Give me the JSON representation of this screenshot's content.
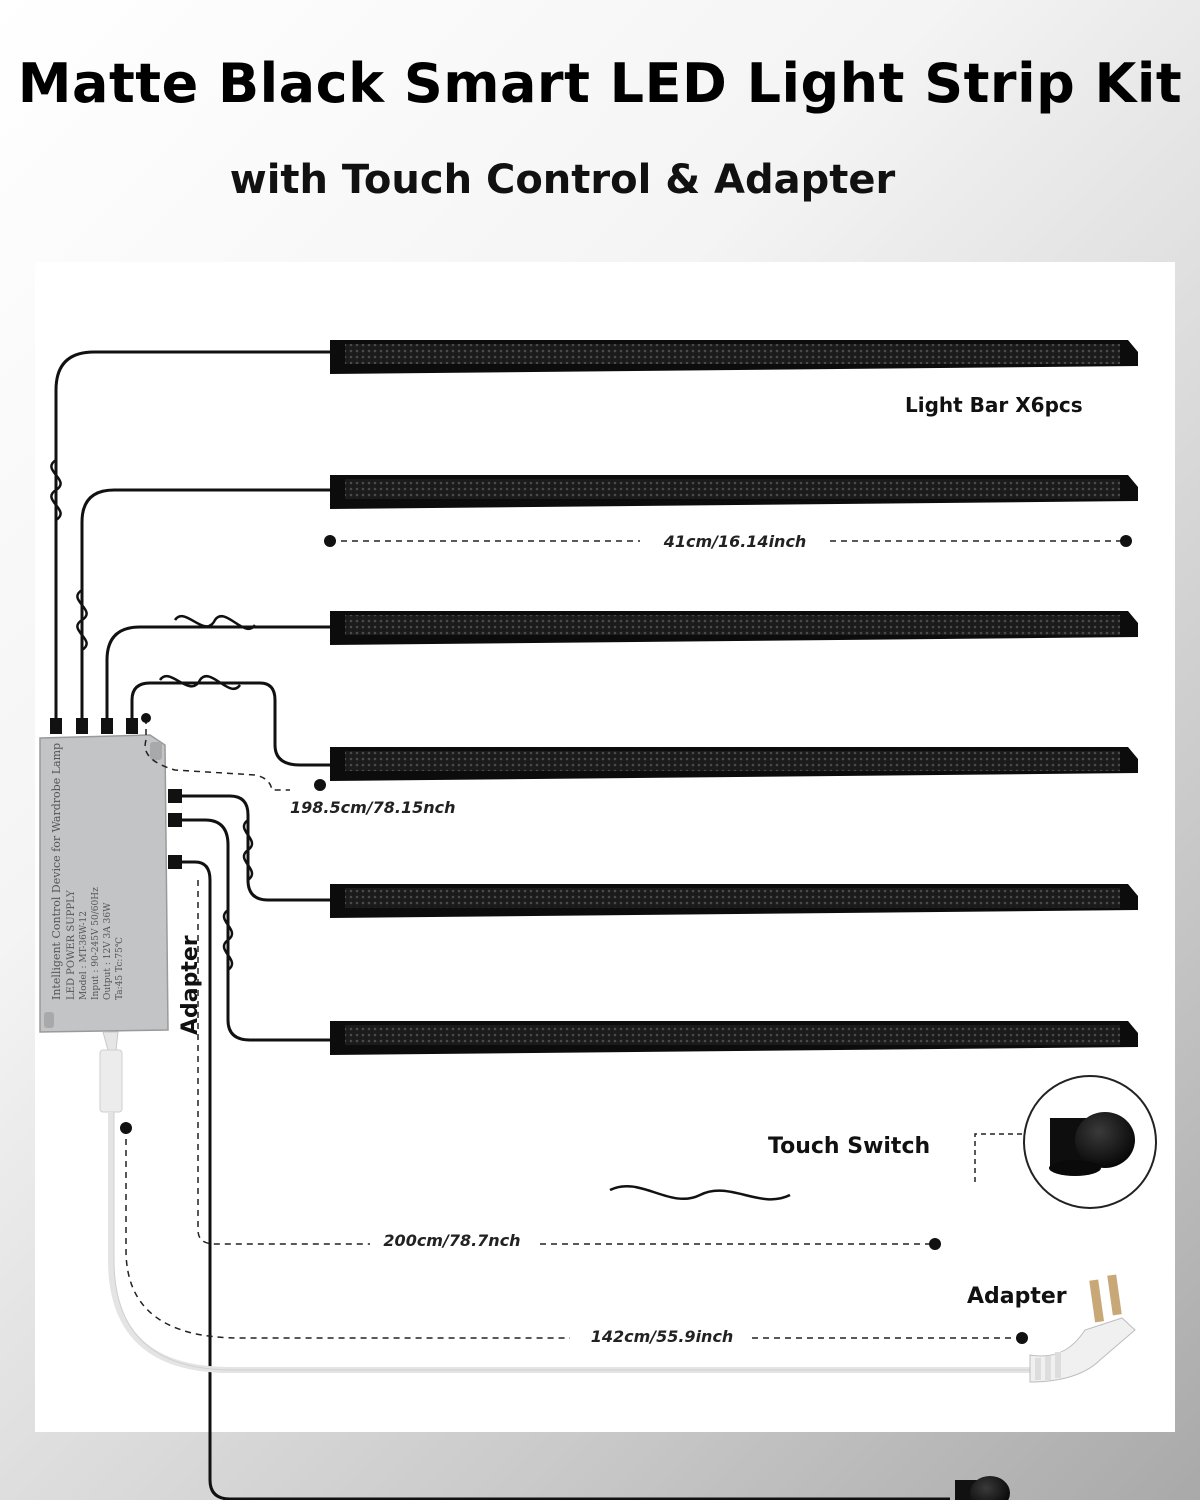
{
  "header": {
    "title": "Matte Black Smart LED Light Strip Kit",
    "subtitle": "with Touch Control & Adapter"
  },
  "labels": {
    "light_bar": "Light Bar X6pcs",
    "bar_length": "41cm/16.14inch",
    "bar_cable_length": "198.5cm/78.15nch",
    "adapter_port": "Adapter",
    "touch_switch": "Touch Switch",
    "switch_cable_length": "200cm/78.7nch",
    "adapter": "Adapter",
    "adapter_cable_length": "142cm/55.9inch"
  },
  "power_supply": {
    "line1": "Intelligent Control Device for Wardrobe Lamp",
    "line2": "LED POWER SUPPLY",
    "line3": "Model : MT-36W-12",
    "line4": "Input : 90-245V 50/60Hz",
    "line5": "Output : 12V 3A 36W",
    "line6": "Ta:45   Tc:75℃"
  },
  "light_bars": {
    "count": 6,
    "color": "#111111"
  },
  "colors": {
    "cable": "#111111",
    "adapter_cable": "#e6e6e6",
    "psu": "#bfc0c2"
  }
}
